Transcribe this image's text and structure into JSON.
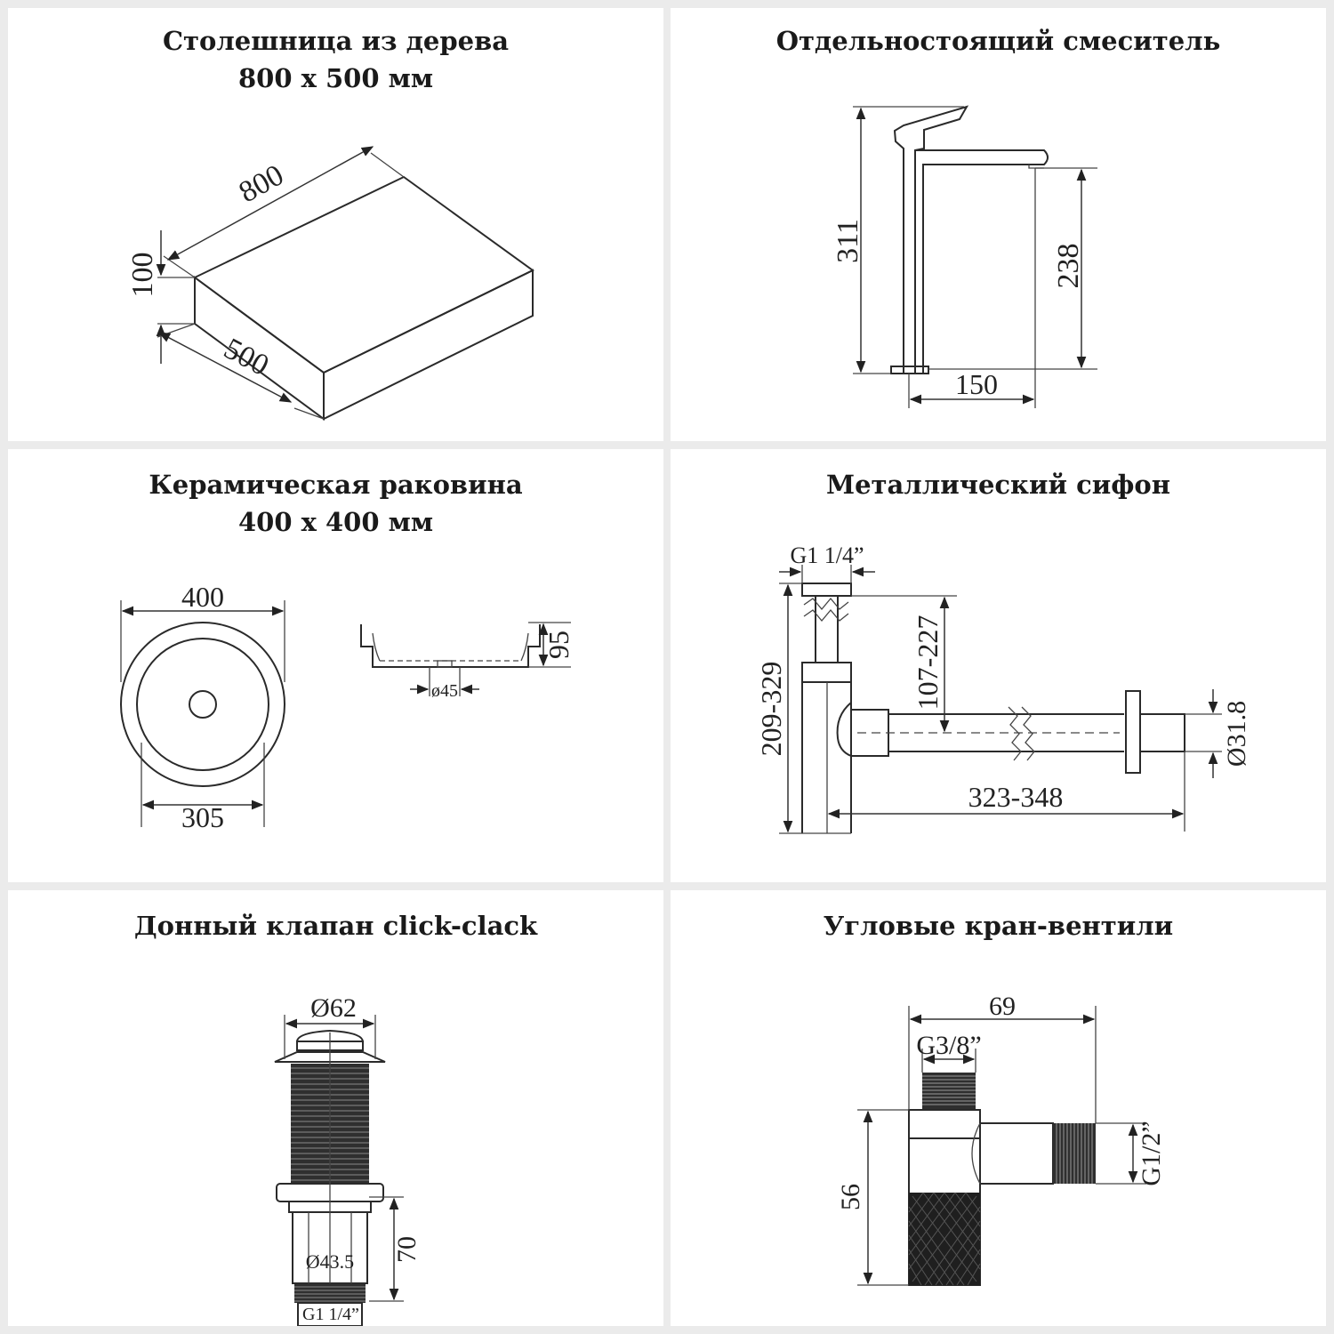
{
  "panels": {
    "countertop": {
      "title_line1": "Столешница из дерева",
      "title_line2": "800 х 500 мм",
      "dim_length": "800",
      "dim_height": "100",
      "dim_width": "500"
    },
    "faucet": {
      "title": "Отдельностоящий смеситель",
      "dim_total_height": "311",
      "dim_spout_height": "238",
      "dim_spout_reach": "150"
    },
    "sink": {
      "title_line1": "Керамическая раковина",
      "title_line2": "400 х 400 мм",
      "dim_outer": "400",
      "dim_inner": "305",
      "dim_depth": "95",
      "dim_drain": "ø45"
    },
    "siphon": {
      "title": "Металлический сифон",
      "dim_thread": "G1 1/4”",
      "dim_total_height": "209-329",
      "dim_inlet": "107-227",
      "dim_length": "323-348",
      "dim_pipe": "Ø31.8"
    },
    "drain_valve": {
      "title": "Донный клапан click-clack",
      "dim_top": "Ø62",
      "dim_height": "70",
      "dim_thread": "G1 1/4”",
      "dim_bottom": "Ø43.5"
    },
    "angle_valve": {
      "title": "Угловые кран-вентили",
      "dim_width": "69",
      "dim_inlet": "G3/8”",
      "dim_height": "56",
      "dim_outlet": "G1/2”"
    }
  },
  "colors": {
    "background": "#ebebeb",
    "panel": "#ffffff",
    "line": "#2a2a2a"
  }
}
